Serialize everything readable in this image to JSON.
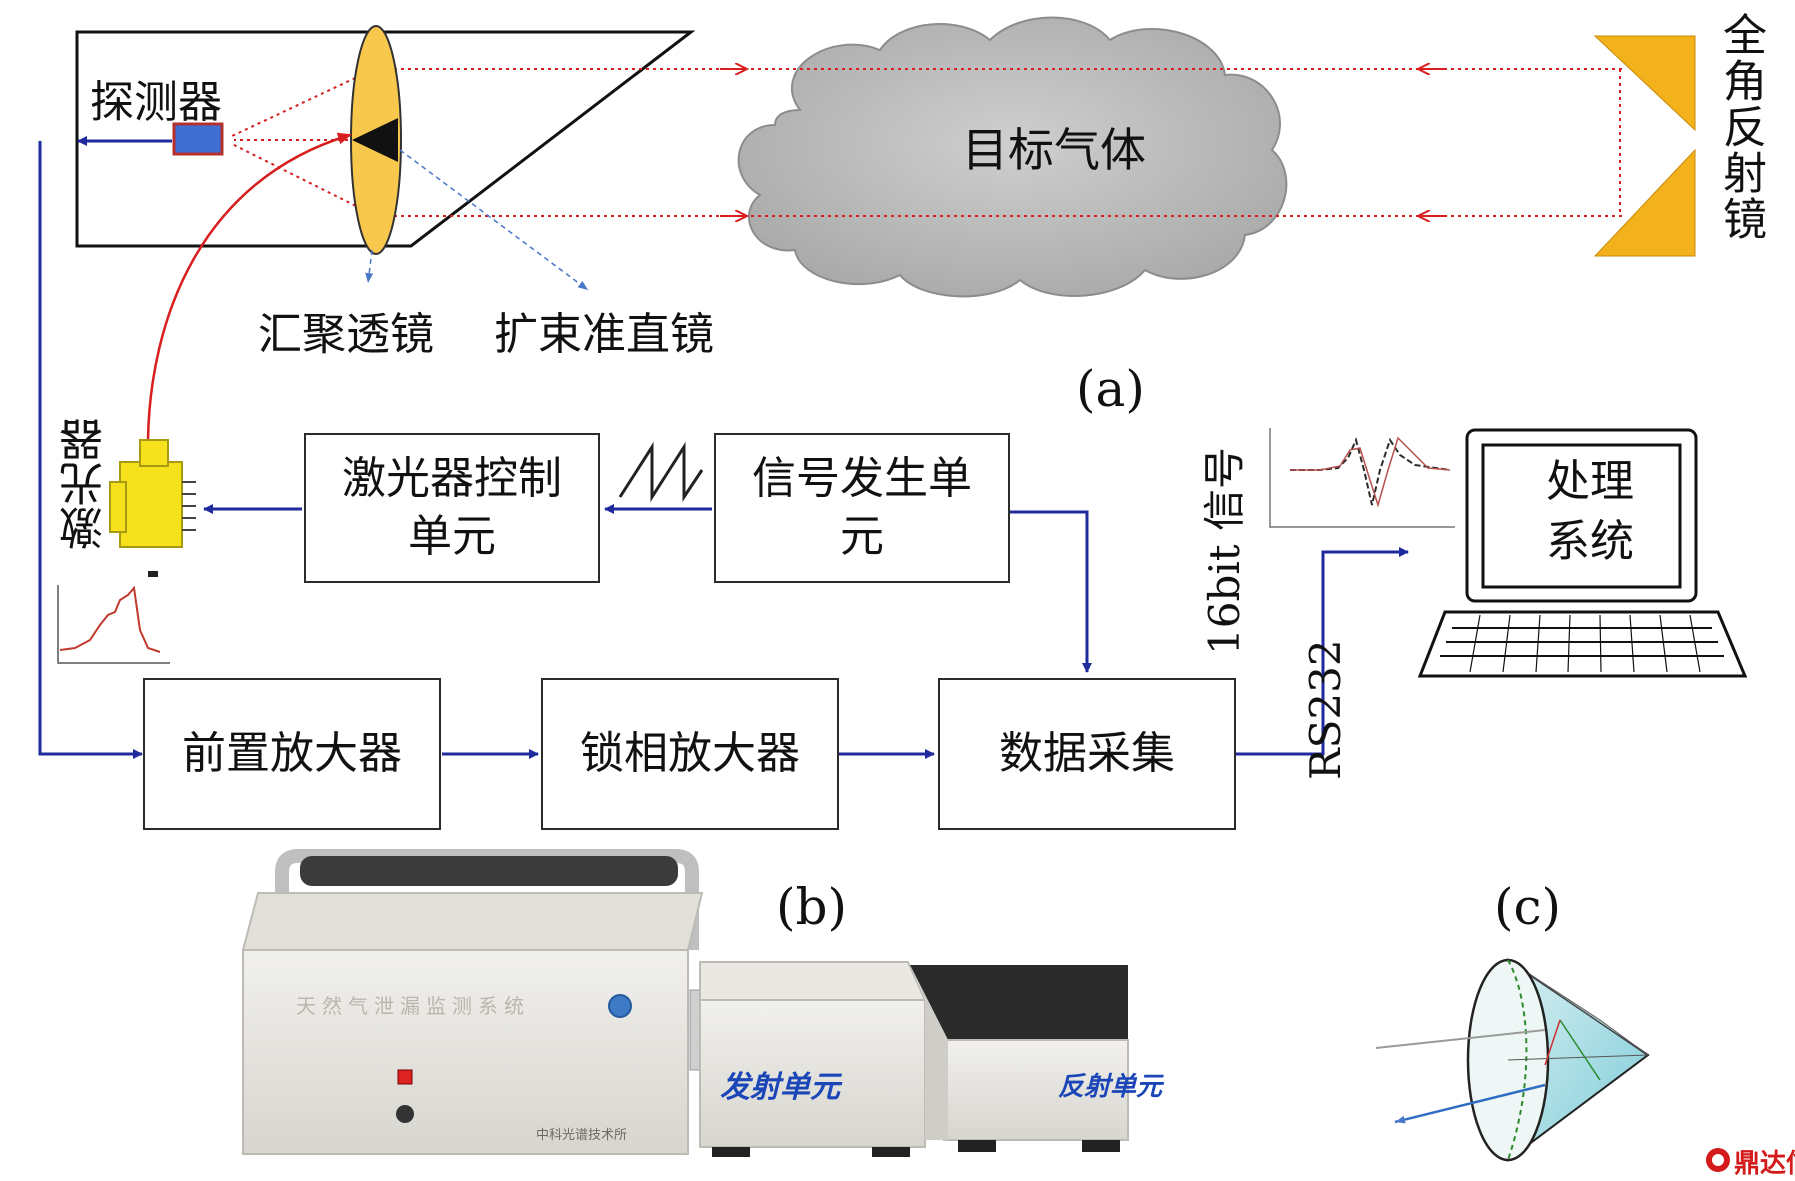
{
  "optical_path": {
    "detector": "探测器",
    "converging_lens": "汇聚透镜",
    "collimator": "扩束准直镜",
    "target_gas": "目标气体",
    "retroreflector": "全角反射镜",
    "panel_label": "(a)"
  },
  "laser": {
    "label": "激光器"
  },
  "blocks": {
    "laser_control": "激光器控制单元",
    "signal_generator": "信号发生单元",
    "preamplifier": "前置放大器",
    "lockin_amplifier": "锁相放大器",
    "data_acquisition": "数据采集",
    "processing_system": "处理系统"
  },
  "link": {
    "signal_16bit": "16bit 信号",
    "rs232": "RS232"
  },
  "photos": {
    "panel_b": "(b)",
    "panel_c": "(c)",
    "device_title": "天然气泄漏监测系统",
    "maker": "中科光谱技术所",
    "transmitter": "发射单元",
    "reflector": "反射单元"
  },
  "watermark": "鼎达信",
  "colors": {
    "signal_line": "#1f2a9c",
    "laser_fiber": "#d81e1e",
    "beam": "#d81e1e",
    "lens": "#f7c84b",
    "reflector": "#f3b21b",
    "cloud": "#b9b9b9",
    "photo_label": "#1b46b8"
  }
}
